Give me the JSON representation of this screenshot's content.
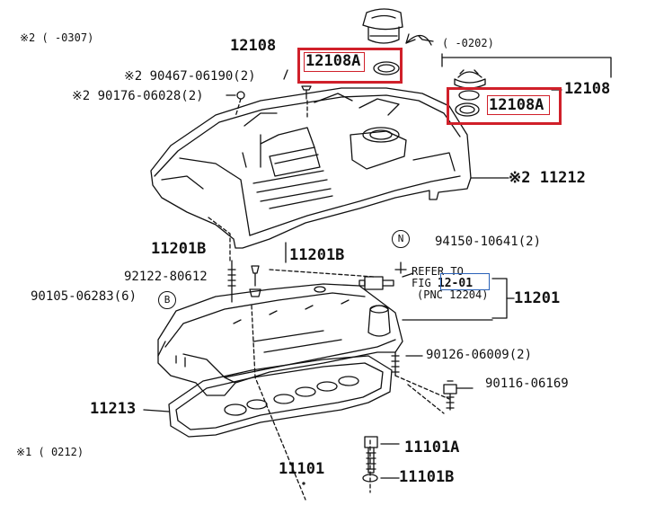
{
  "diagram": {
    "notes": {
      "note2_top": "※2 (    -0307)",
      "note2_right": "(    -0202)",
      "note1_bottom": "※1 (    0212)"
    },
    "parts": {
      "p12108_top": "12108",
      "p12108A_top": "12108A",
      "p90467": "※2 90467-06190(2)",
      "p90176": "※2 90176-06028(2)",
      "p12108_right": "12108",
      "p12108A_right": "12108A",
      "p11212": "※2 11212",
      "p94150": "94150-10641(2)",
      "p11201B_left": "11201B",
      "p11201B_right": "11201B",
      "p92122": "92122-80612",
      "p90105": "90105-06283(6)",
      "badge_b": "B",
      "badge_n": "N",
      "p11201": "11201",
      "p90126": "90126-06009(2)",
      "p90116": "90116-06169",
      "p11213": "11213",
      "p11101A": "11101A",
      "p11101": "11101",
      "p11101B": "11101B"
    },
    "reference": {
      "line1": "REFER TO",
      "line2_prefix": "FIG ",
      "fig": "12-01",
      "line3": "(PNC 12204)"
    },
    "highlight_color": "#d0202a",
    "reference_box_color": "#2a62b8"
  }
}
